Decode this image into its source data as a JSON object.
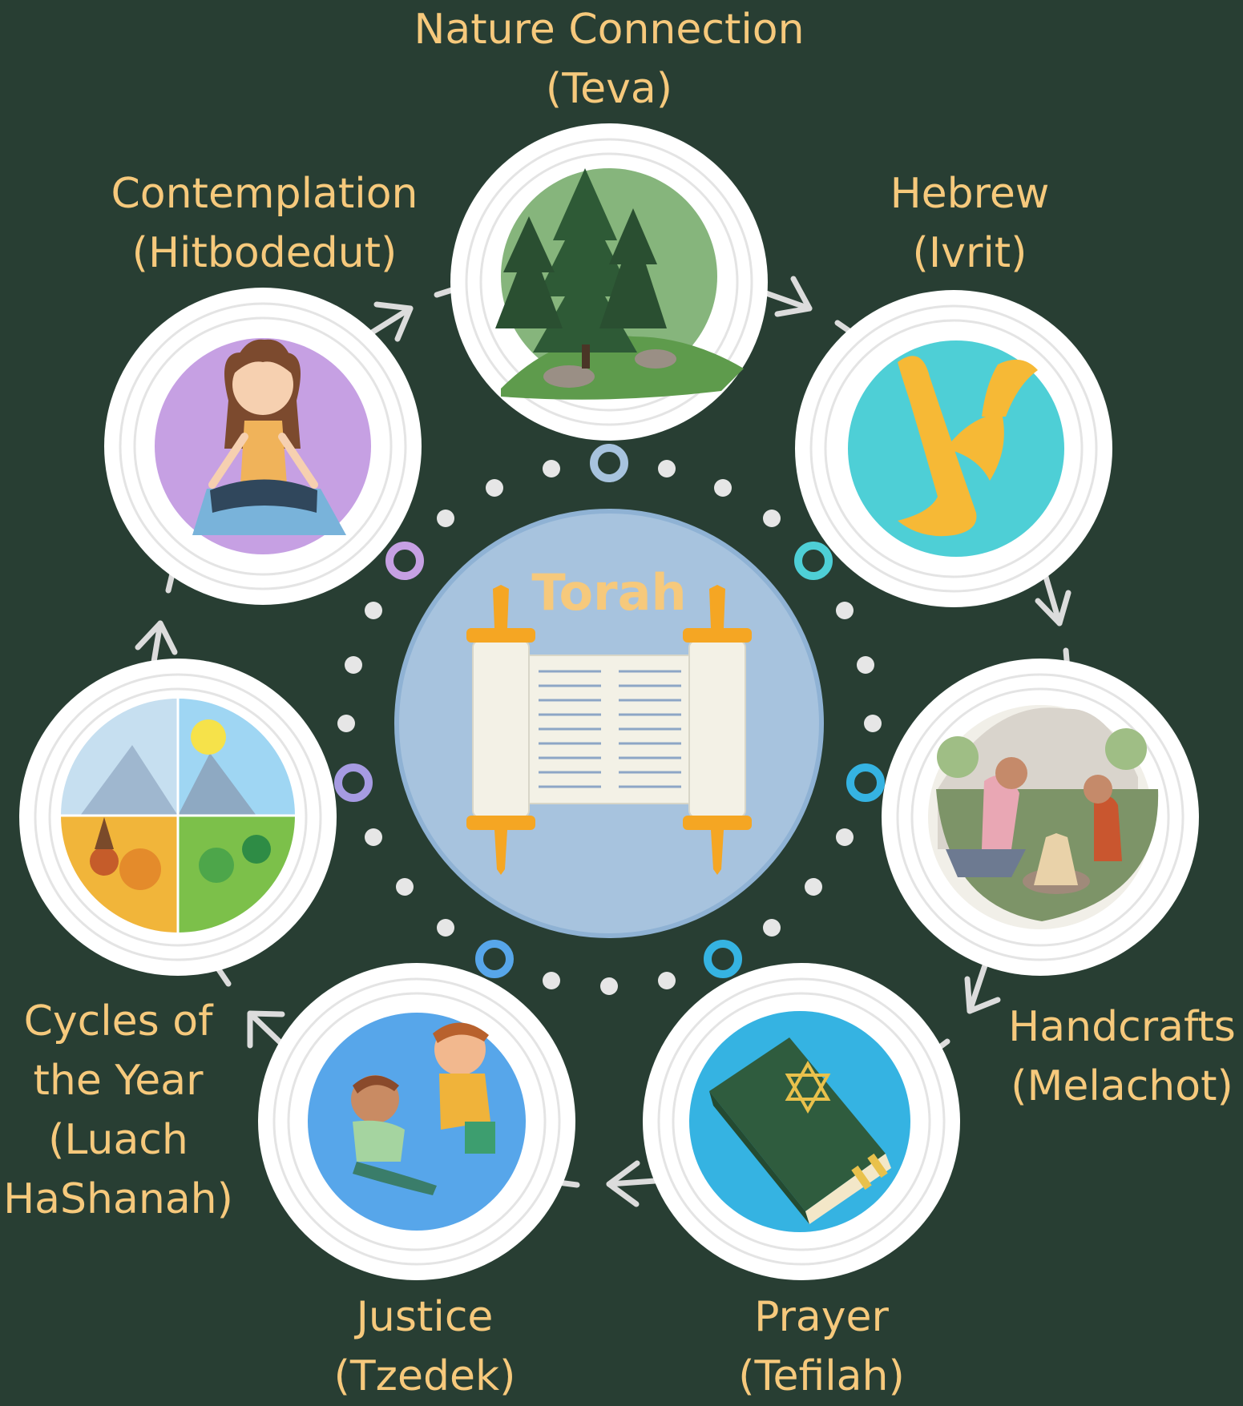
{
  "center": {
    "title": "Torah"
  },
  "nodes": [
    {
      "id": "teva",
      "lines": [
        "Nature Connection",
        "(Teva)"
      ],
      "illustration": "forest-icon",
      "fill": "#86b57c"
    },
    {
      "id": "ivrit",
      "lines": [
        "Hebrew",
        "(Ivrit)"
      ],
      "illustration": "aleph-letter-icon",
      "fill": "#4ecfd6"
    },
    {
      "id": "melachot",
      "lines": [
        "Handcrafts",
        "(Melachot)"
      ],
      "illustration": "campfire-building-icon",
      "fill": "#f1efe8"
    },
    {
      "id": "tefilah",
      "lines": [
        "Prayer",
        "(Tefilah)"
      ],
      "illustration": "prayer-book-icon",
      "fill": "#35b3e2"
    },
    {
      "id": "tzedek",
      "lines": [
        "Justice",
        "(Tzedek)"
      ],
      "illustration": "helping-hand-icon",
      "fill": "#57a6ea"
    },
    {
      "id": "luach",
      "lines": [
        "Cycles of",
        "the Year",
        "(Luach",
        "HaShanah)"
      ],
      "illustration": "four-seasons-icon",
      "fill": "#cfe7f5"
    },
    {
      "id": "hitbodedut",
      "lines": [
        "Contemplation",
        "(Hitbodedut)"
      ],
      "illustration": "meditating-girl-icon",
      "fill": "#c6a0e3"
    }
  ],
  "colors": {
    "background": "#283e33",
    "label": "#f6c97c",
    "center_circle": "#a7c3de",
    "ring": "#f3f3f3",
    "dot": "#e6e6e6"
  }
}
